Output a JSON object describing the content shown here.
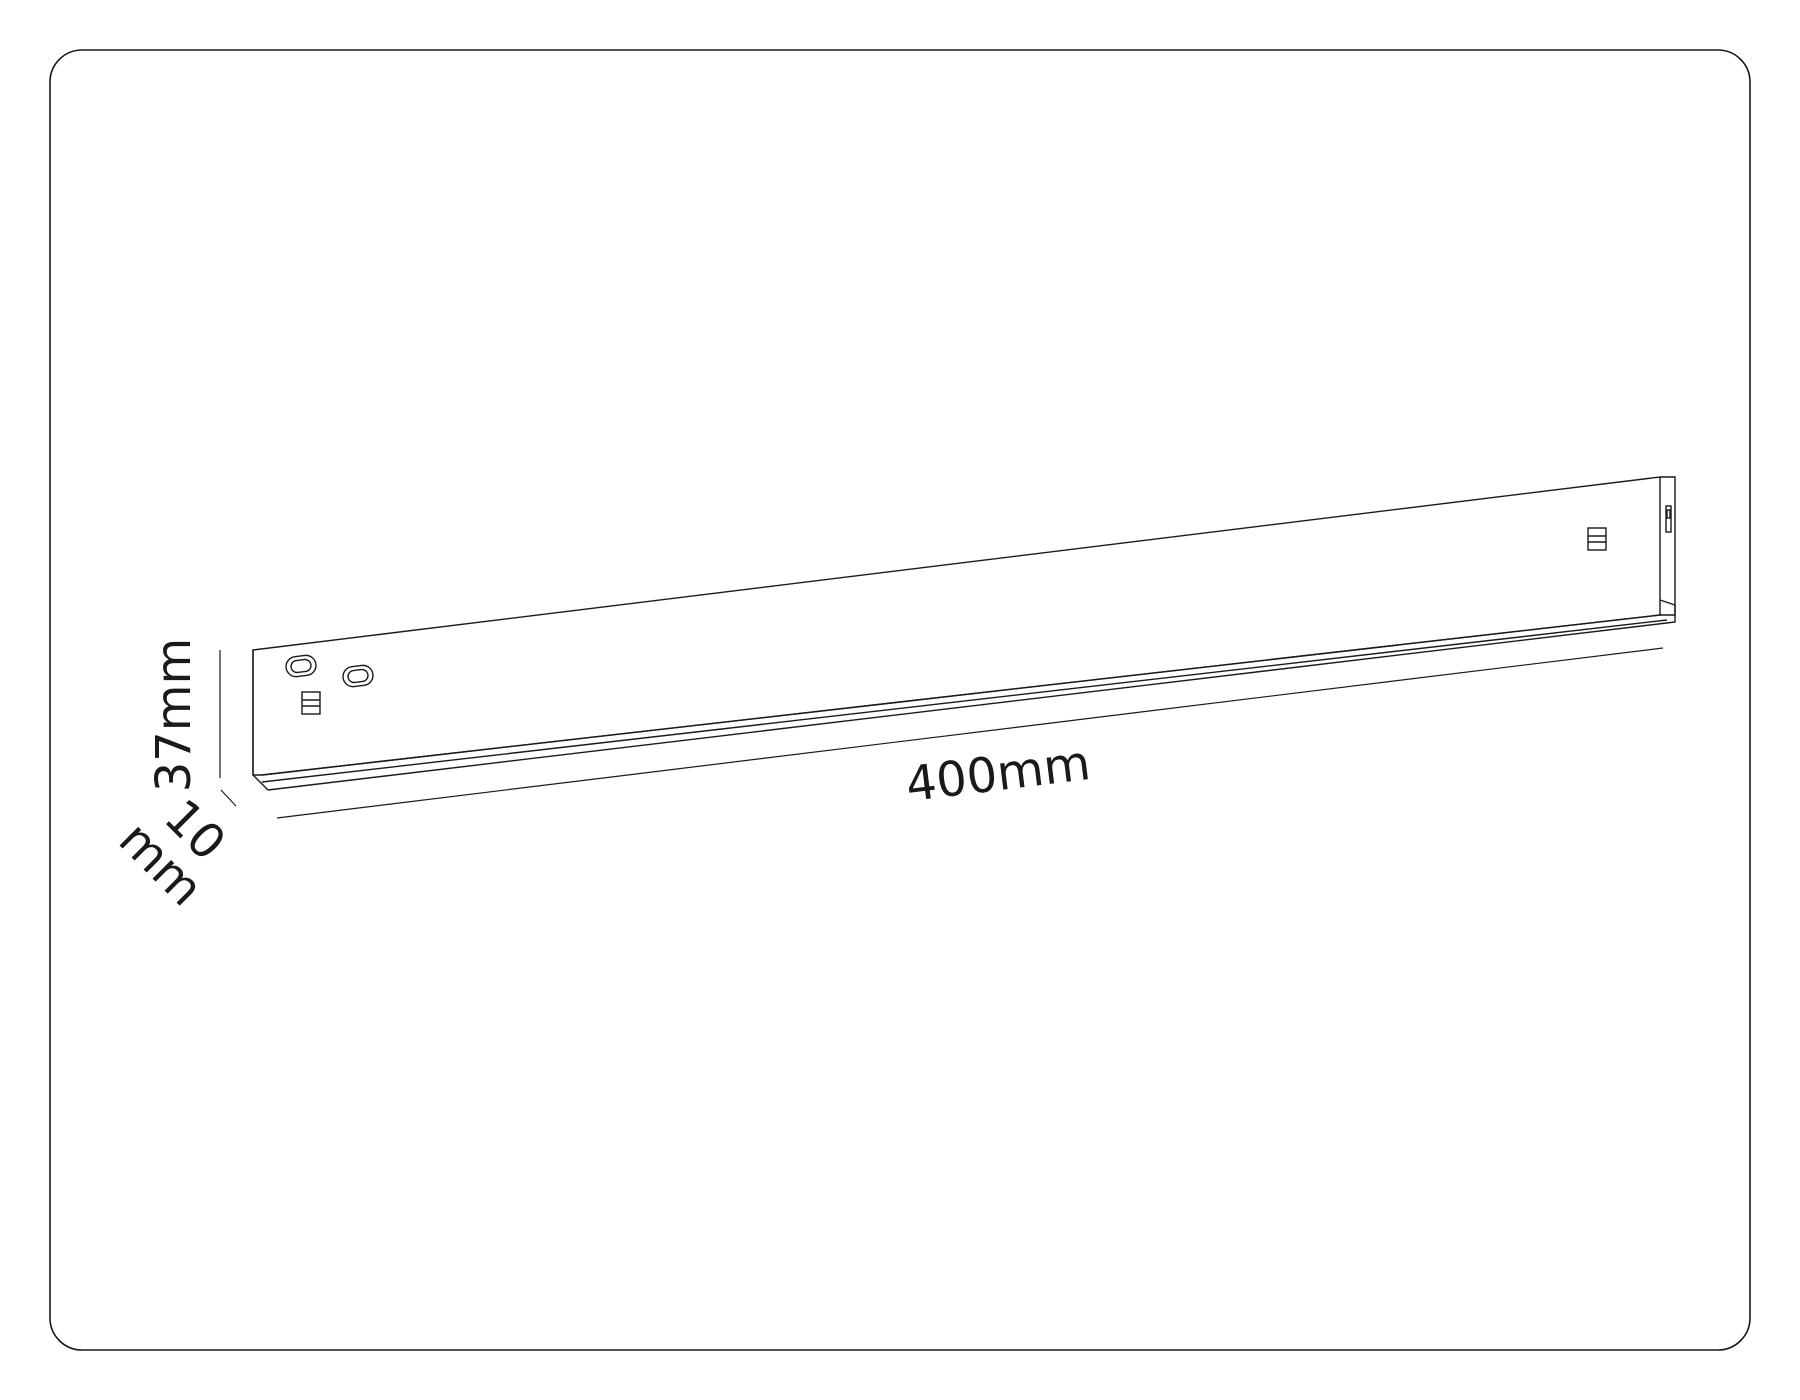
{
  "dimensions": {
    "length": "400mm",
    "height": "37mm",
    "depth_number": "10",
    "depth_unit": "mm"
  },
  "colors": {
    "line": "#1a1a1a",
    "background": "#ffffff"
  }
}
